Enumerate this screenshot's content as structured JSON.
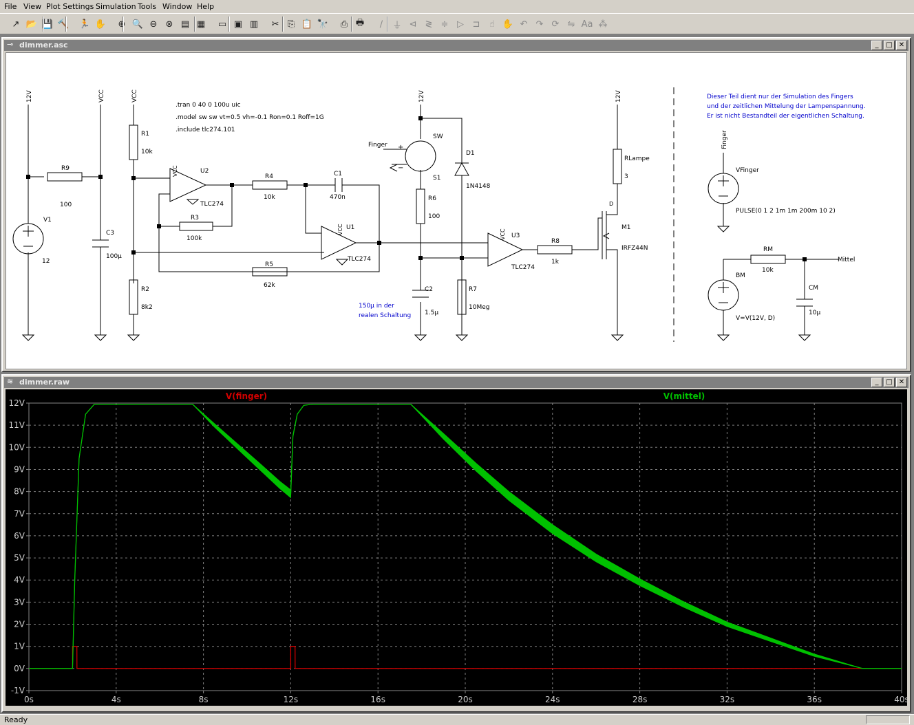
{
  "menu": [
    "File",
    "View",
    "Plot Settings",
    "Simulation",
    "Tools",
    "Window",
    "Help"
  ],
  "toolbar": {
    "icons": [
      "open-schematic-icon",
      "open-file-icon",
      "save-icon",
      "control-panel-icon",
      "run-icon",
      "pan-icon",
      "zoom-in-icon",
      "zoom-area-icon",
      "zoom-out-icon",
      "zoom-cancel-icon",
      "autorange-icon",
      "fit-icon",
      "tile-horizontal-icon",
      "cascade-icon",
      "tile-vertical-icon",
      "cut-icon",
      "copy-icon",
      "paste-icon",
      "find-icon",
      "print-preview-icon",
      "print-icon",
      "wire-icon",
      "ground-icon",
      "label-icon",
      "resistor-icon",
      "capacitor-icon",
      "diode-icon",
      "component-icon",
      "move-icon",
      "drag-icon",
      "undo-icon",
      "redo-icon",
      "rotate-icon",
      "mirror-icon",
      "text-icon",
      "spice-directive-icon"
    ]
  },
  "schematic_window": {
    "title": "dimmer.asc",
    "directives": [
      ".tran 0 40 0 100u uic",
      ".model sw sw vt=0.5 vh=-0.1 Ron=0.1 Roff=1G",
      ".include tlc274.101"
    ],
    "note": [
      "Dieser Teil dient nur der Simulation des Fingers",
      "und der zeitlichen Mittelung der Lampenspannung.",
      "Er ist nicht Bestandteil der eigentlichen Schaltung."
    ],
    "c2_note": [
      "150µ in der",
      "realen Schaltung"
    ],
    "labels": {
      "v1": "V1",
      "v1_val": "12",
      "net_12v": "12V",
      "net_vcc": "VCC",
      "r9": "R9",
      "r9_val": "100",
      "c3": "C3",
      "c3_val": "100µ",
      "r1": "R1",
      "r1_val": "10k",
      "r2": "R2",
      "r2_val": "8k2",
      "u2": "U2",
      "u2_part": "TLC274",
      "u1": "U1",
      "u1_part": "TLC274",
      "u3": "U3",
      "u3_part": "TLC274",
      "r3": "R3",
      "r3_val": "100k",
      "r4": "R4",
      "r4_val": "10k",
      "r5": "R5",
      "r5_val": "62k",
      "c1": "C1",
      "c1_val": "470n",
      "finger": "Finger",
      "sw": "SW",
      "s1": "S1",
      "r6": "R6",
      "r6_val": "100",
      "c2": "C2",
      "c2_val": "1.5µ",
      "d1": "D1",
      "d1_val": "1N4148",
      "r7": "R7",
      "r7_val": "10Meg",
      "r8": "R8",
      "r8_val": "1k",
      "rlampe": "RLampe",
      "rlampe_val": "3",
      "m1": "M1",
      "m1_val": "IRFZ44N",
      "m1_d": "D",
      "vfinger": "VFinger",
      "vfinger_val": "PULSE(0 1 2 1m 1m 200m 10 2)",
      "finger_net": "Finger",
      "rm": "RM",
      "rm_val": "10k",
      "cm": "CM",
      "cm_val": "10µ",
      "mittel": "Mittel",
      "bm": "BM",
      "bm_val": "V=V(12V, D)"
    }
  },
  "plot_window": {
    "title": "dimmer.raw",
    "trace_labels": [
      "V(finger)",
      "V(mittel)"
    ]
  },
  "chart_data": {
    "type": "line",
    "x": [
      0,
      2,
      2.05,
      2.2,
      2.5,
      3,
      7.5,
      8,
      9,
      10,
      11,
      12,
      12.05,
      12.2,
      12.5,
      13,
      17.5,
      18,
      20,
      22,
      24,
      26,
      28,
      30,
      32,
      34,
      36,
      38,
      38.2,
      40
    ],
    "xlabel": "",
    "ylabel": "",
    "x_ticks": [
      "0s",
      "4s",
      "8s",
      "12s",
      "16s",
      "20s",
      "24s",
      "28s",
      "32s",
      "36s",
      "40s"
    ],
    "y_ticks": [
      "12V",
      "11V",
      "10V",
      "9V",
      "8V",
      "7V",
      "6V",
      "5V",
      "4V",
      "3V",
      "2V",
      "1V",
      "0V",
      "-1V"
    ],
    "xlim": [
      0,
      40
    ],
    "ylim": [
      -1,
      12
    ],
    "grid": true,
    "series": [
      {
        "name": "V(finger)",
        "color": "#cc0000",
        "x": [
          0,
          2,
          2.001,
          2.2,
          2.201,
          12,
          12.001,
          12.2,
          12.201,
          40
        ],
        "values": [
          0,
          0,
          1,
          1,
          0,
          0,
          1,
          1,
          0,
          0
        ]
      },
      {
        "name": "V(mittel)",
        "color": "#00c000",
        "x": [
          0,
          2,
          2.1,
          2.3,
          2.6,
          3,
          7.5,
          8.5,
          9.5,
          10.5,
          11.5,
          12,
          12.1,
          12.3,
          12.6,
          13,
          17.5,
          19,
          20.5,
          22,
          24,
          26,
          28,
          30,
          32,
          34,
          36,
          38.2,
          40
        ],
        "values": [
          0,
          0,
          4,
          9.5,
          11.5,
          11.95,
          11.95,
          11,
          10.1,
          9.2,
          8.3,
          7.9,
          10.5,
          11.5,
          11.9,
          11.95,
          11.95,
          10.5,
          9.1,
          7.8,
          6.3,
          5,
          3.9,
          2.9,
          2,
          1.3,
          0.6,
          0,
          0
        ],
        "band": [
          0,
          0,
          0,
          0,
          0,
          0,
          0,
          0.15,
          0.22,
          0.28,
          0.32,
          0.35,
          0.05,
          0,
          0,
          0,
          0,
          0.25,
          0.35,
          0.4,
          0.4,
          0.35,
          0.3,
          0.25,
          0.2,
          0.15,
          0.1,
          0,
          0
        ]
      }
    ]
  },
  "status": {
    "text": "Ready"
  }
}
